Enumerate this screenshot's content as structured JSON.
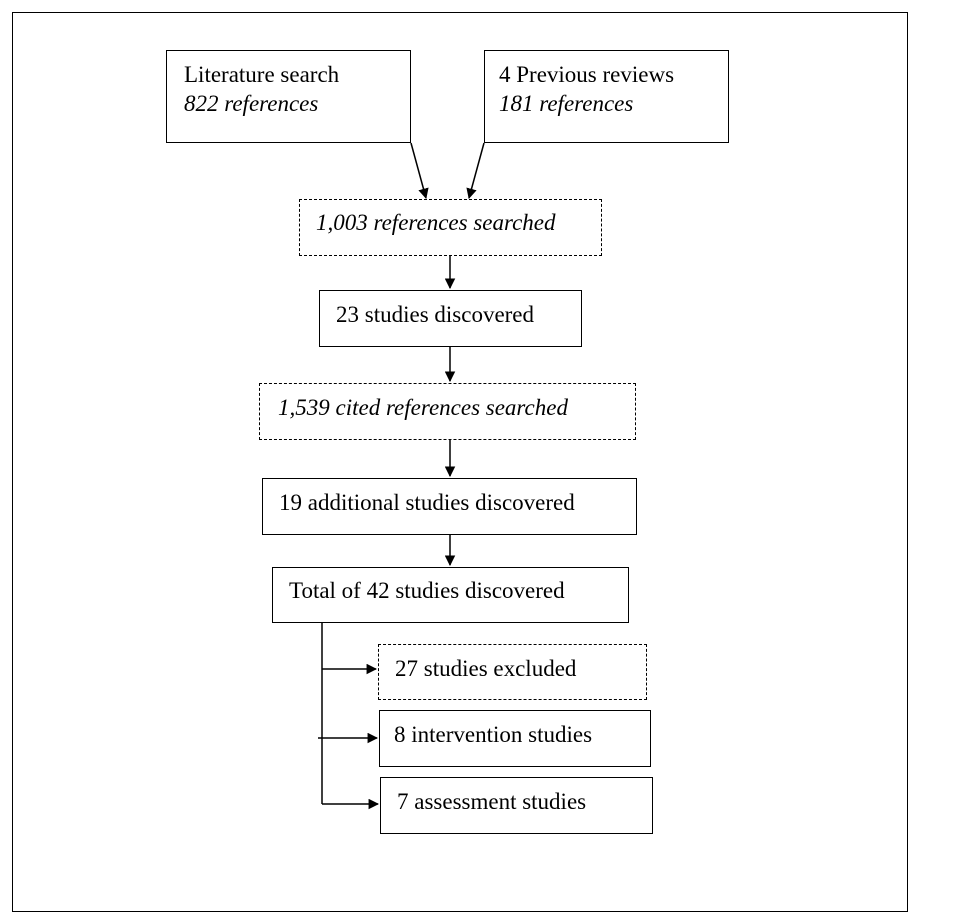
{
  "nodes": {
    "literature_search": {
      "title": "Literature search",
      "count": "822 references"
    },
    "previous_reviews": {
      "title": "4 Previous reviews",
      "count": "181 references"
    },
    "references_searched": {
      "label": "1,003 references searched"
    },
    "studies_discovered": {
      "label": "23 studies discovered"
    },
    "cited_references_searched": {
      "label": "1,539 cited references searched"
    },
    "additional_studies": {
      "label": "19 additional studies discovered"
    },
    "total_studies": {
      "label": "Total of 42 studies discovered"
    },
    "excluded": {
      "label": "27 studies excluded"
    },
    "intervention": {
      "label": "8 intervention studies"
    },
    "assessment": {
      "label": "7 assessment studies"
    }
  }
}
